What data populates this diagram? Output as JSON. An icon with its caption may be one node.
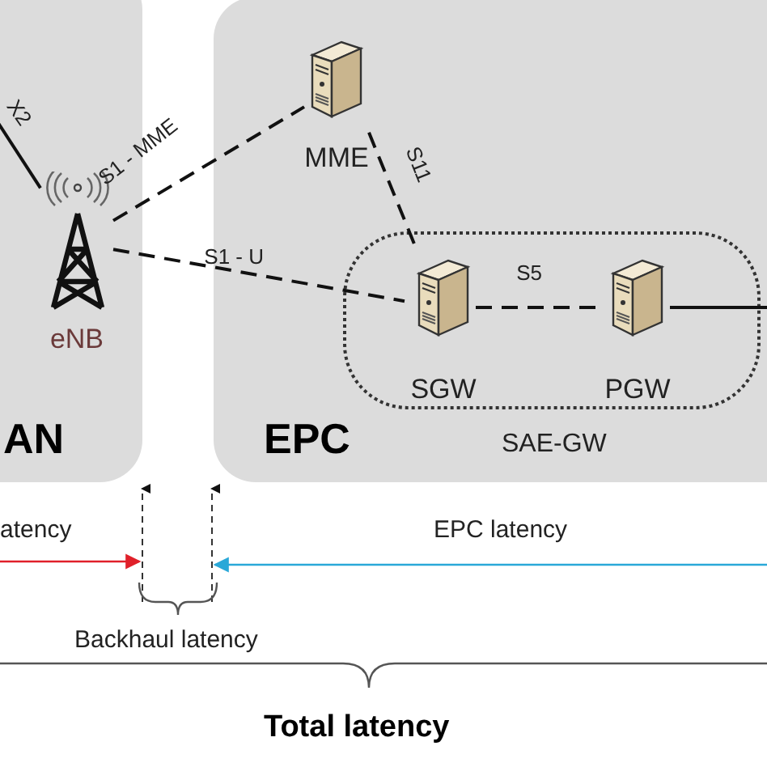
{
  "diagram": {
    "nodes": [
      {
        "text": [
          "AN"
        ]
      },
      {
        "text": [
          "EPC"
        ]
      },
      {
        "text": [
          "eNB"
        ],
        "in": 0
      },
      {
        "text": [
          "MME"
        ],
        "in": 1
      },
      {
        "text": [
          "SAE-GW"
        ],
        "in": 1
      },
      {
        "text": [
          "SGW"
        ],
        "in": 4
      },
      {
        "text": [
          "PGW"
        ],
        "in": 4
      }
    ],
    "edges": [
      {
        "from": 2,
        "to": null,
        "arrow": "none",
        "label": "X2"
      },
      {
        "from": 2,
        "to": 3,
        "arrow": "none",
        "label": "S1 - MME",
        "style": "dashed"
      },
      {
        "from": 3,
        "to": 5,
        "arrow": "none",
        "label": "S11",
        "style": "dashed"
      },
      {
        "from": 2,
        "to": 5,
        "arrow": "none",
        "label": "S1 - U",
        "style": "dashed"
      },
      {
        "from": 5,
        "to": 6,
        "arrow": "none",
        "label": "S5",
        "style": "dashed"
      },
      {
        "from": 6,
        "to": null,
        "arrow": "none"
      }
    ],
    "labels": [
      "atency",
      "EPC latency",
      "Backhaul latency",
      "Total latency"
    ]
  }
}
